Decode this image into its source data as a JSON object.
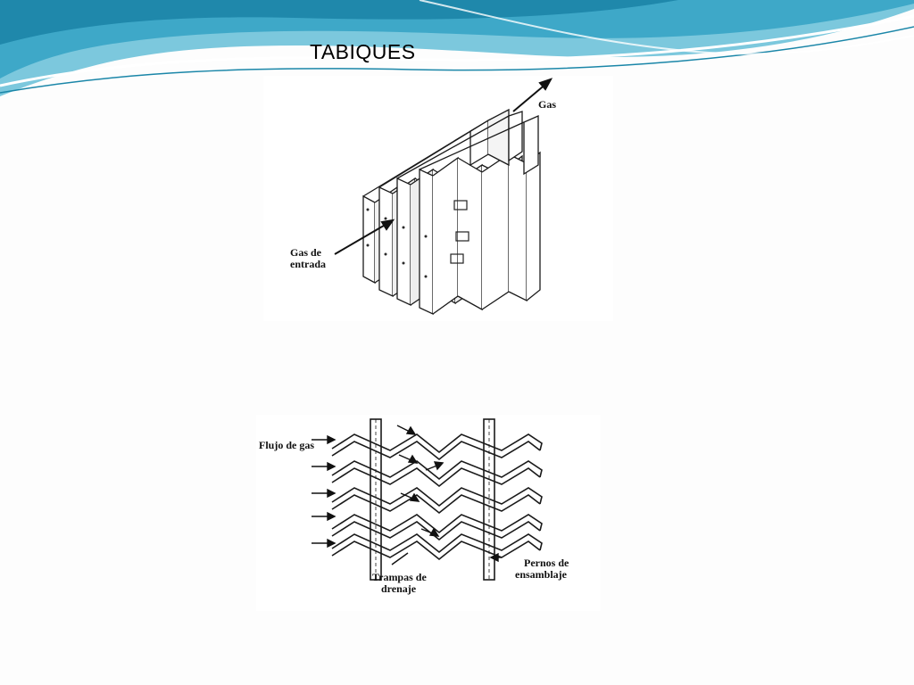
{
  "slide": {
    "title": "TABIQUES",
    "colors": {
      "wave_dark": "#1a86a8",
      "wave_light": "#8fd3e6",
      "wave_mid": "#45b3cf",
      "background": "#fdfdfd"
    }
  },
  "figure_top": {
    "labels": {
      "gas_out": "Gas",
      "gas_in_line1": "Gas de",
      "gas_in_line2": "entrada"
    }
  },
  "figure_bottom": {
    "labels": {
      "gas_flow": "Flujo de gas",
      "drain_line1": "Trampas de",
      "drain_line2": "drenaje",
      "bolts_line1": "Pernos de",
      "bolts_line2": "ensamblaje"
    }
  }
}
